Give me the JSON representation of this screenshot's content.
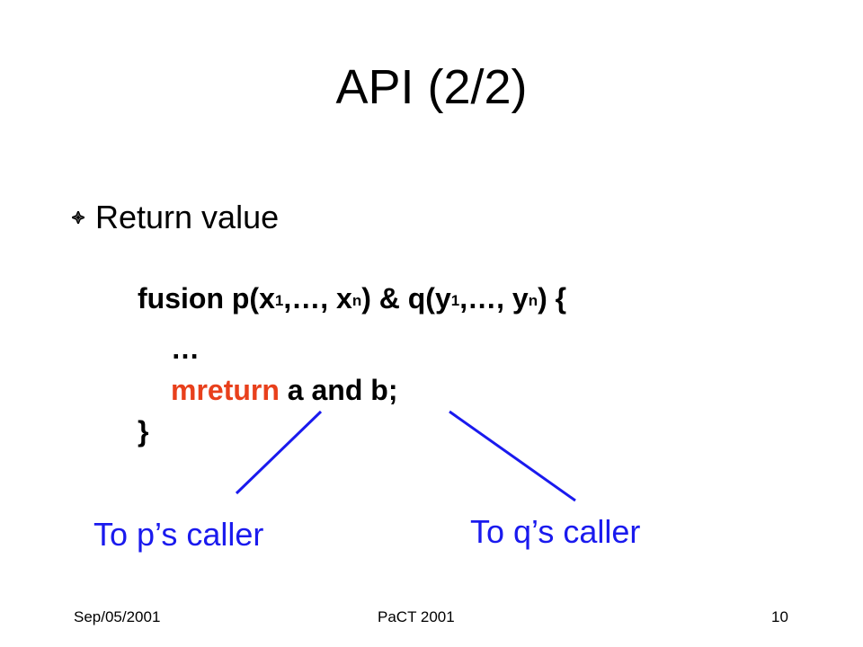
{
  "slide": {
    "title": "API (2/2)",
    "bullet": {
      "icon": "diamond-bullet-icon",
      "text": "Return value"
    },
    "code": {
      "line1": {
        "t1": "fusion p(x",
        "s1": "1",
        "t2": ",…, x",
        "s2": "n",
        "t3": ") & q(y",
        "s3": "1",
        "t4": ",…, y",
        "s4": "n",
        "t5": ") {"
      },
      "line2": "…",
      "line3": {
        "keyword": "mreturn",
        "rest": " a and b;"
      },
      "line4": "}"
    },
    "annotations": {
      "p_caller": "To p’s caller",
      "q_caller": "To q’s caller"
    }
  },
  "footer": {
    "date": "Sep/05/2001",
    "conference": "PaCT 2001",
    "page_number": "10"
  },
  "colors": {
    "keyword": "#e8401c",
    "annotation": "#1a1aee",
    "pointer_line": "#1a1aee",
    "text": "#000000",
    "background": "#ffffff"
  }
}
